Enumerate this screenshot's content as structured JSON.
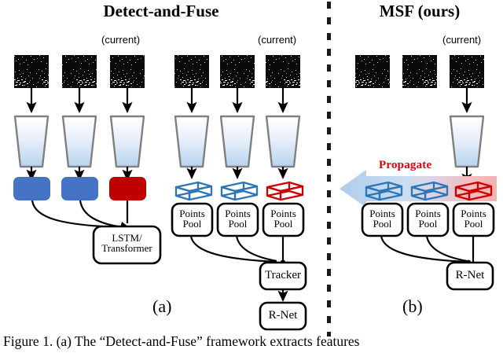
{
  "figure": {
    "caption": "Figure 1. (a) The “Detect-and-Fuse” framework extracts features",
    "divider": "vertical-dashed-divider"
  },
  "colors": {
    "blue_box_fill": "#4472C4",
    "red_box_fill": "#C00000",
    "wire_blue": "#2E75B6",
    "wire_red": "#CC0000",
    "encoder_top": "#FFFFFF",
    "encoder_bottom": "#BDD7EE",
    "encoder_border": "#808080",
    "propagate_text": "#E8000D",
    "propagate_arrow_left": "#BDD7EE",
    "propagate_arrow_right": "#F5B6B6",
    "stroke": "#000000",
    "point_cloud_bg": "#0A0A0A"
  },
  "left_panel": {
    "title": "Detect-and-Fuse",
    "letter": "(a)",
    "current_label": "(current)",
    "frames": [
      {
        "name": "point-cloud-frame-1"
      },
      {
        "name": "point-cloud-frame-2"
      },
      {
        "name": "point-cloud-frame-3-current"
      }
    ],
    "encoders": [
      {
        "name": "encoder-1"
      },
      {
        "name": "encoder-2"
      },
      {
        "name": "encoder-3"
      }
    ],
    "feature_boxes": [
      {
        "name": "feature-box-1",
        "color": "#4472C4"
      },
      {
        "name": "feature-box-2",
        "color": "#4472C4"
      },
      {
        "name": "feature-box-3-current",
        "color": "#C00000"
      }
    ],
    "fusion_node": {
      "label": "LSTM/\nTransformer"
    }
  },
  "mid_panel": {
    "current_label": "(current)",
    "frames": [
      {
        "name": "point-cloud-frame-1"
      },
      {
        "name": "point-cloud-frame-2"
      },
      {
        "name": "point-cloud-frame-3-current"
      }
    ],
    "encoders": [
      {
        "name": "encoder-1"
      },
      {
        "name": "encoder-2"
      },
      {
        "name": "encoder-3"
      }
    ],
    "boxes3d": [
      {
        "name": "box3d-1",
        "color": "#2E75B6"
      },
      {
        "name": "box3d-2",
        "color": "#2E75B6"
      },
      {
        "name": "box3d-3-current",
        "color": "#CC0000"
      }
    ],
    "points_pools": [
      {
        "label": "Points\nPool"
      },
      {
        "label": "Points\nPool"
      },
      {
        "label": "Points\nPool"
      }
    ],
    "tracker_node": {
      "label": "Tracker"
    },
    "rnet_node": {
      "label": "R-Net"
    }
  },
  "right_panel": {
    "title": "MSF (ours)",
    "letter": "(b)",
    "current_label": "(current)",
    "propagate_label": "Propagate",
    "frames": [
      {
        "name": "point-cloud-frame-1"
      },
      {
        "name": "point-cloud-frame-2"
      },
      {
        "name": "point-cloud-frame-3-current"
      }
    ],
    "encoders": [
      {
        "name": "encoder-current"
      }
    ],
    "boxes3d": [
      {
        "name": "box3d-1",
        "color": "#2E75B6"
      },
      {
        "name": "box3d-2",
        "color": "#2E75B6"
      },
      {
        "name": "box3d-3-current",
        "color": "#CC0000"
      }
    ],
    "points_pools": [
      {
        "label": "Points\nPool"
      },
      {
        "label": "Points\nPool"
      },
      {
        "label": "Points\nPool"
      }
    ],
    "rnet_node": {
      "label": "R-Net"
    }
  }
}
